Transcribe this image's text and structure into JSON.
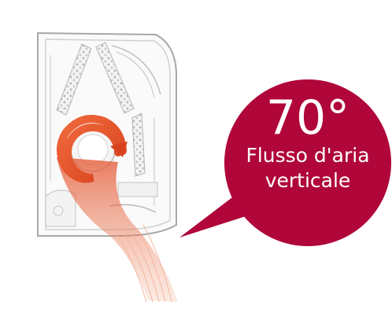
{
  "callout": {
    "angle": "70°",
    "label_line1": "Flusso d'aria",
    "label_line2": "verticale",
    "color": "#b0063a"
  },
  "airflow": {
    "color": "#e4542e"
  }
}
